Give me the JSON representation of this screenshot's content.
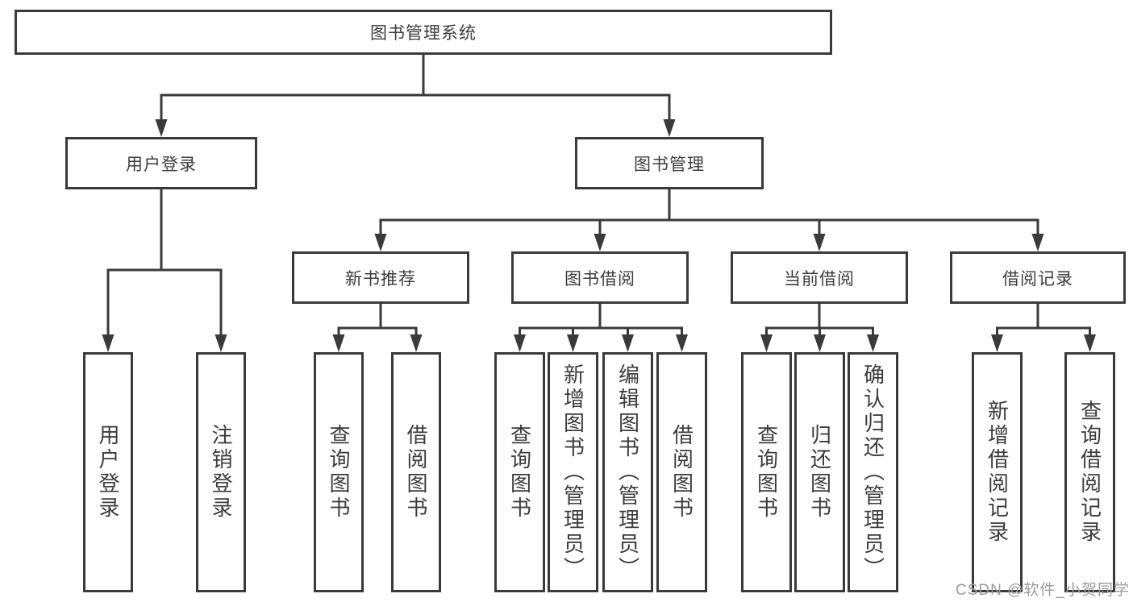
{
  "colors": {
    "line": "#3a3a3a",
    "box_border": "#3a3a3a",
    "text": "#3c3c3c",
    "background": "#ffffff",
    "watermark": "#9c9c9c"
  },
  "chart_type_hint": "hierarchy-diagram",
  "tree": {
    "root": {
      "label": "图书管理系统"
    },
    "user_branch": {
      "label": "用户登录",
      "children": [
        {
          "label": "用户登录"
        },
        {
          "label": "注销登录"
        }
      ]
    },
    "book_branch": {
      "label": "图书管理",
      "groups": [
        {
          "label": "新书推荐",
          "children": [
            {
              "label": "查询图书"
            },
            {
              "label": "借阅图书"
            }
          ]
        },
        {
          "label": "图书借阅",
          "children": [
            {
              "label": "查询图书"
            },
            {
              "label": "新增图书（管理员）"
            },
            {
              "label": "编辑图书（管理员）"
            },
            {
              "label": "借阅图书"
            }
          ]
        },
        {
          "label": "当前借阅",
          "children": [
            {
              "label": "查询图书"
            },
            {
              "label": "归还图书"
            },
            {
              "label": "确认归还（管理员）"
            }
          ]
        },
        {
          "label": "借阅记录",
          "children": [
            {
              "label": "新增借阅记录"
            },
            {
              "label": "查询借阅记录"
            }
          ]
        }
      ]
    }
  },
  "watermark": "CSDN @软件_小贺同学"
}
